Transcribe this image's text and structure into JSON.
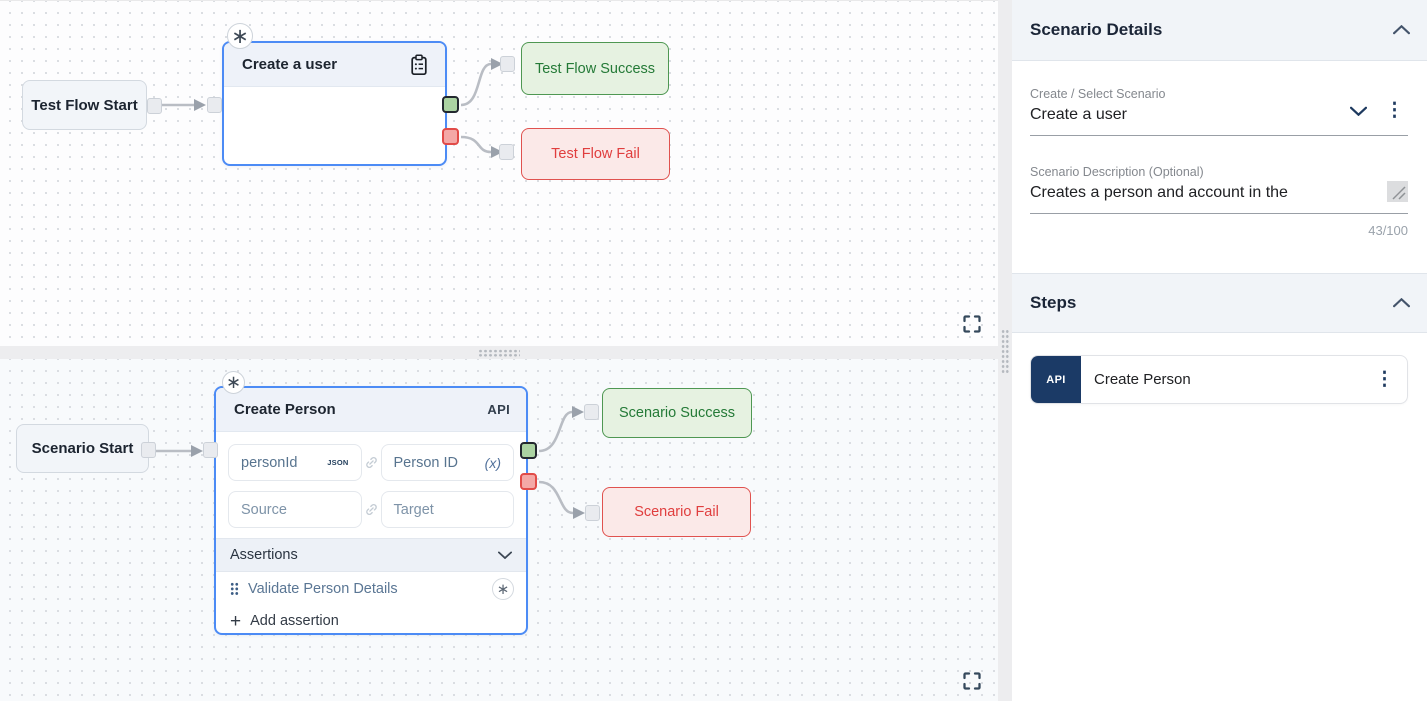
{
  "icons": {
    "asterisk": "∗",
    "kebab": "⋮",
    "plus": "+"
  },
  "flow_top": {
    "start_label": "Test Flow Start",
    "node_title": "Create a user",
    "success_label": "Test Flow Success",
    "fail_label": "Test Flow Fail"
  },
  "flow_bottom": {
    "start_label": "Scenario Start",
    "node_title": "Create Person",
    "node_type": "API",
    "mapping": {
      "source_value": "personId",
      "source_badge": "JSON",
      "target_value": "Person ID",
      "target_suffix": "(x)",
      "source2_placeholder": "Source",
      "target2_placeholder": "Target"
    },
    "assertions": {
      "header": "Assertions",
      "item": "Validate Person Details",
      "add_label": "Add assertion"
    },
    "success_label": "Scenario Success",
    "fail_label": "Scenario Fail"
  },
  "sidebar": {
    "details": {
      "title": "Scenario Details",
      "select_label": "Create / Select Scenario",
      "select_value": "Create a user",
      "description_label": "Scenario Description (Optional)",
      "description_value": "Creates a person and account in the",
      "char_counter": "43/100"
    },
    "steps": {
      "title": "Steps",
      "items": [
        {
          "type": "API",
          "label": "Create Person"
        }
      ]
    }
  },
  "colors": {
    "accent_blue": "#4c8bf5",
    "navy": "#1b3a66",
    "success_green": "#247a37",
    "fail_red": "#e03e3e"
  }
}
